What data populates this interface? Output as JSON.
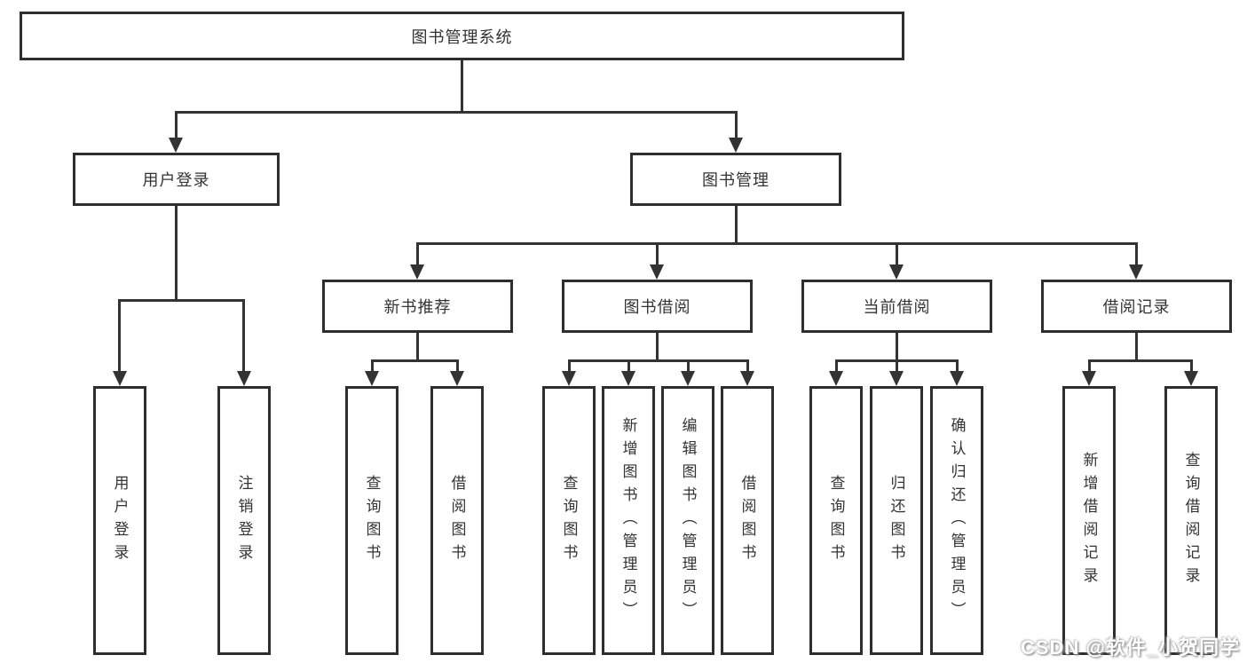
{
  "diagram": {
    "root_label": "图书管理系统",
    "level2": {
      "user_login": "用户登录",
      "book_management": "图书管理"
    },
    "level3": {
      "new_book_recommend": "新书推荐",
      "book_borrow": "图书借阅",
      "current_borrow": "当前借阅",
      "borrow_records": "借阅记录"
    },
    "leaves": {
      "user_login": [
        "用户登录",
        "注销登录"
      ],
      "new_book_recommend": [
        "查询图书",
        "借阅图书"
      ],
      "book_borrow": [
        "查询图书",
        "新增图书（管理员）",
        "编辑图书（管理员）",
        "借阅图书"
      ],
      "current_borrow": [
        "查询图书",
        "归还图书",
        "确认归还（管理员）"
      ],
      "borrow_records": [
        "新增借阅记录",
        "查询借阅记录"
      ]
    }
  },
  "watermark": "CSDN @软件_小贺同学",
  "colors": {
    "line": "#333333",
    "text": "#333333",
    "background": "#ffffff"
  }
}
